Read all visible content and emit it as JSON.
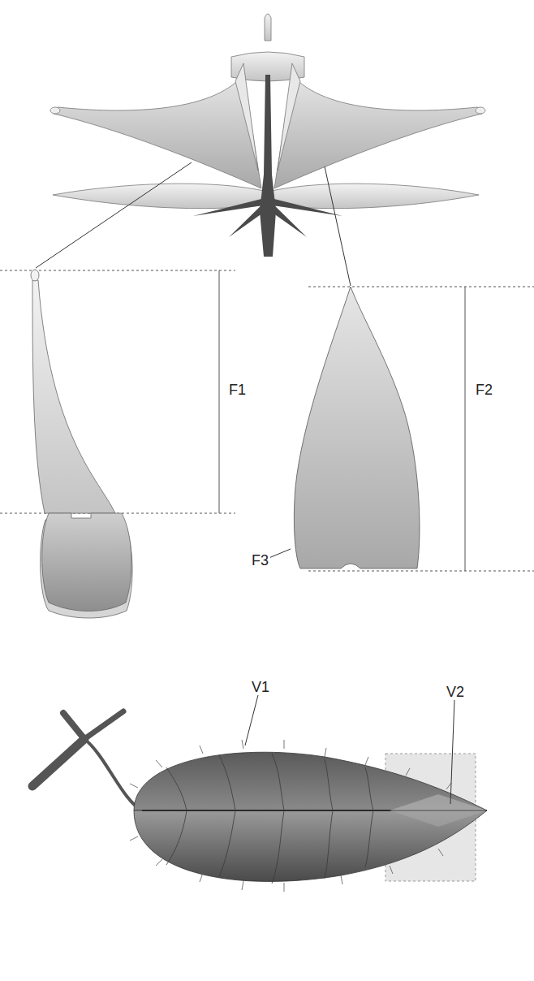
{
  "diagram": {
    "labels": [
      "F1",
      "F2",
      "F3",
      "V1",
      "V2"
    ]
  }
}
